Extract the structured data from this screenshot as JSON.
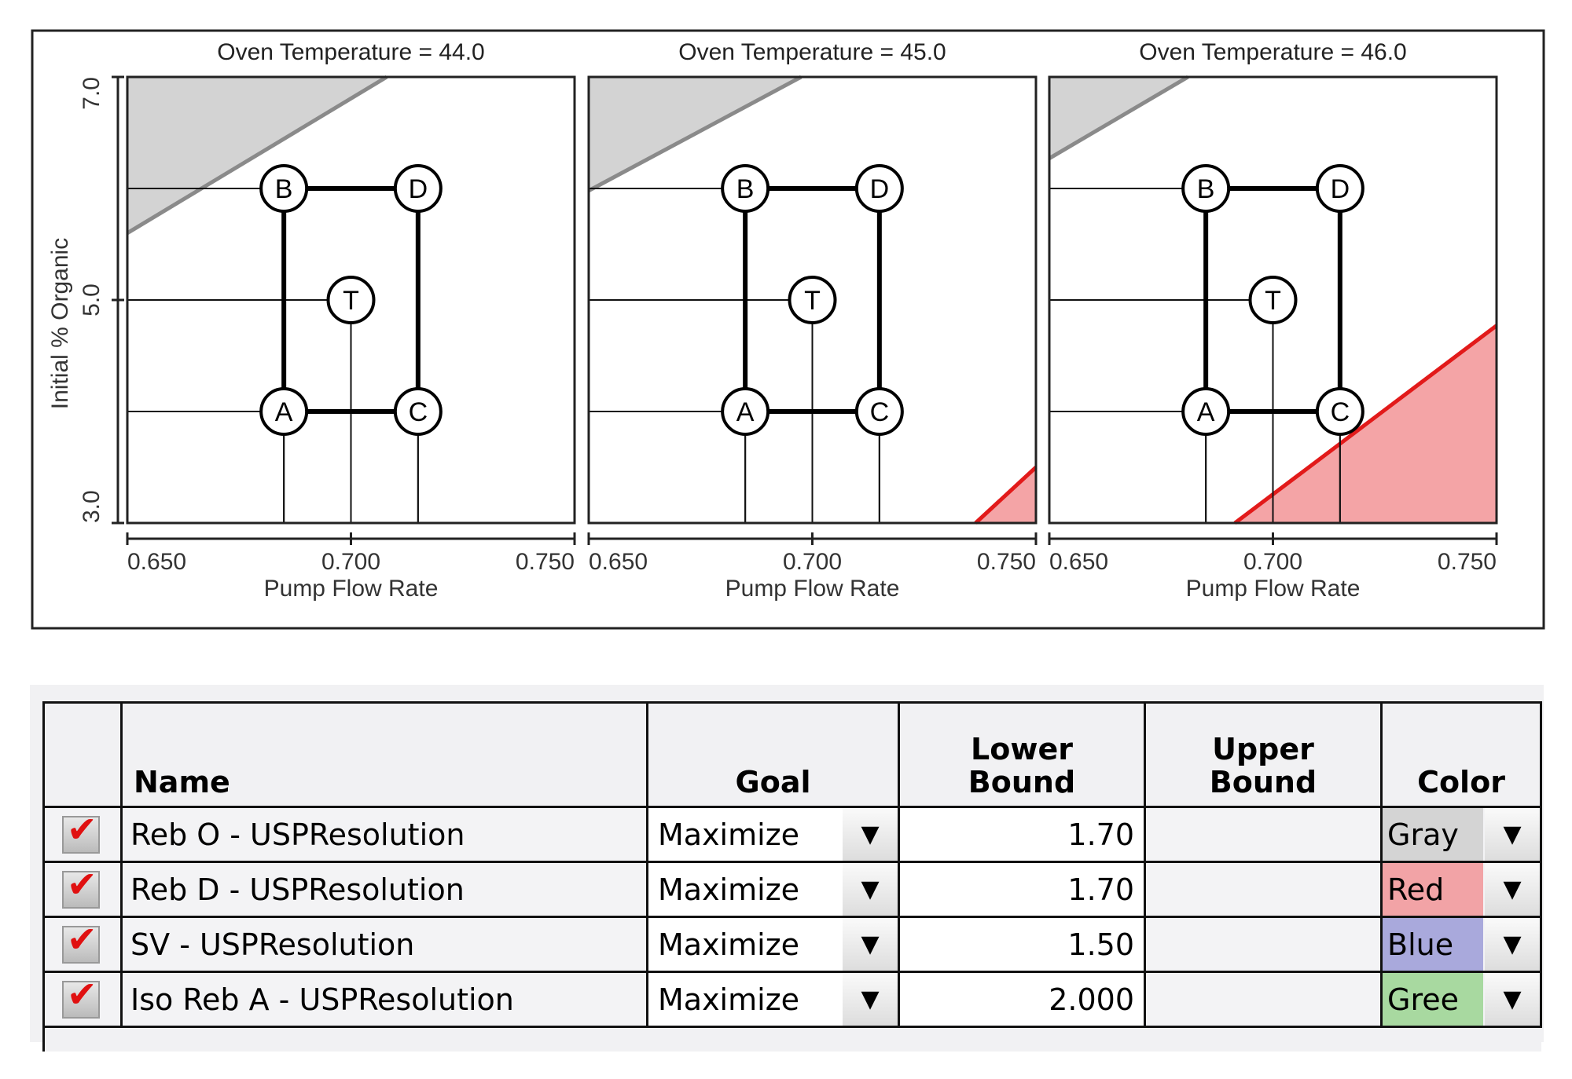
{
  "chart_data": {
    "type": "scatter",
    "ylabel": "Initial % Organic",
    "xlabel": "Pump Flow Rate",
    "xlim": [
      0.65,
      0.75
    ],
    "ylim": [
      3.0,
      7.0
    ],
    "x_ticks": [
      "0.650",
      "0.700",
      "0.750"
    ],
    "y_ticks": [
      "3.0",
      "5.0",
      "7.0"
    ],
    "design_points": [
      {
        "label": "A",
        "x": 0.685,
        "y": 4.0
      },
      {
        "label": "B",
        "x": 0.685,
        "y": 6.0
      },
      {
        "label": "C",
        "x": 0.715,
        "y": 4.0
      },
      {
        "label": "D",
        "x": 0.715,
        "y": 6.0
      },
      {
        "label": "T",
        "x": 0.7,
        "y": 5.0
      }
    ],
    "panels": [
      {
        "title": "Oven Temperature = 44.0",
        "gray_boundary": [
          [
            0.65,
            5.6
          ],
          [
            0.708,
            7.0
          ]
        ],
        "red_boundary": null
      },
      {
        "title": "Oven Temperature = 45.0",
        "gray_boundary": [
          [
            0.65,
            5.98
          ],
          [
            0.6975,
            7.0
          ]
        ],
        "red_boundary": [
          [
            0.7365,
            3.0
          ],
          [
            0.75,
            3.5
          ]
        ]
      },
      {
        "title": "Oven Temperature = 46.0",
        "gray_boundary": [
          [
            0.65,
            6.27
          ],
          [
            0.681,
            7.0
          ]
        ],
        "red_boundary": [
          [
            0.6915,
            3.0
          ],
          [
            0.75,
            4.77
          ]
        ]
      }
    ]
  },
  "table": {
    "headers": {
      "check": "",
      "name": "Name",
      "goal": "Goal",
      "lower_1": "Lower",
      "lower_2": "Bound",
      "upper_1": "Upper",
      "upper_2": "Bound",
      "color": "Color"
    },
    "rows": [
      {
        "name": "Reb O - USPResolution",
        "goal": "Maximize",
        "lower": "1.70",
        "upper": "",
        "color": "Gray",
        "hex": "#d4d4d4"
      },
      {
        "name": "Reb D - USPResolution",
        "goal": "Maximize",
        "lower": "1.70",
        "upper": "",
        "color": "Red",
        "hex": "#f2a3a6"
      },
      {
        "name": "SV - USPResolution",
        "goal": "Maximize",
        "lower": "1.50",
        "upper": "",
        "color": "Blue",
        "hex": "#a9a9dc"
      },
      {
        "name": "Iso Reb A - USPResolution",
        "goal": "Maximize",
        "lower": "2.000",
        "upper": "",
        "color": "Gree",
        "hex": "#a8d9a0"
      }
    ],
    "dropdown_glyph": "▼"
  }
}
